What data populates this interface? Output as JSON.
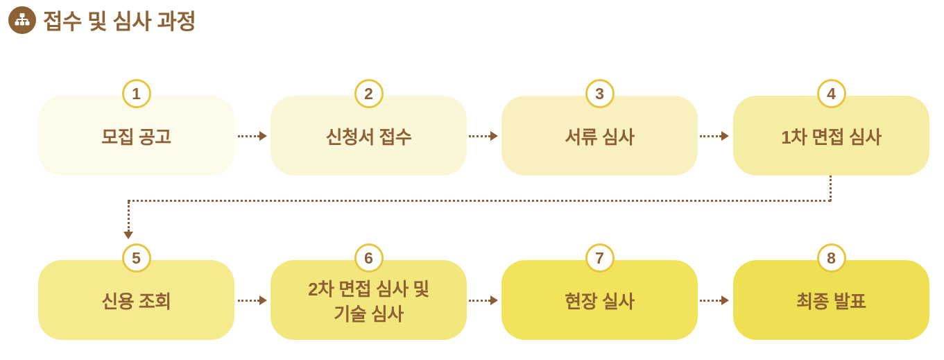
{
  "title": {
    "text": "접수 및 심사 과정",
    "icon": "sitemap-icon"
  },
  "colors": {
    "title_brown": "#8C6134",
    "text_brown": "#8E5F35",
    "arrow_brown": "#8B5C35",
    "badge_gold_border": "#E7C53E",
    "badge_fill": "#FFFFFF",
    "background": "#FFFFFF"
  },
  "steps": [
    {
      "number": "1",
      "label": "모집 공고",
      "color": "#FCFAE9"
    },
    {
      "number": "2",
      "label": "신청서 접수",
      "color": "#FAF6D8"
    },
    {
      "number": "3",
      "label": "서류 심사",
      "color": "#F8F1BF"
    },
    {
      "number": "4",
      "label": "1차 면접 심사",
      "color": "#F5EDA3"
    },
    {
      "number": "5",
      "label": "신용 조회",
      "color": "#F5EA8D"
    },
    {
      "number": "6",
      "label": "2차 면접 심사 및\n기술 심사",
      "color": "#F2E77D"
    },
    {
      "number": "7",
      "label": "현장 실사",
      "color": "#F1E35C"
    },
    {
      "number": "8",
      "label": "최종 발표",
      "color": "#EFDF52"
    }
  ],
  "flow": {
    "direction": "steps 1→2→3→4 wrap to 5→6→7→8",
    "connector_style": "dotted-arrow"
  }
}
